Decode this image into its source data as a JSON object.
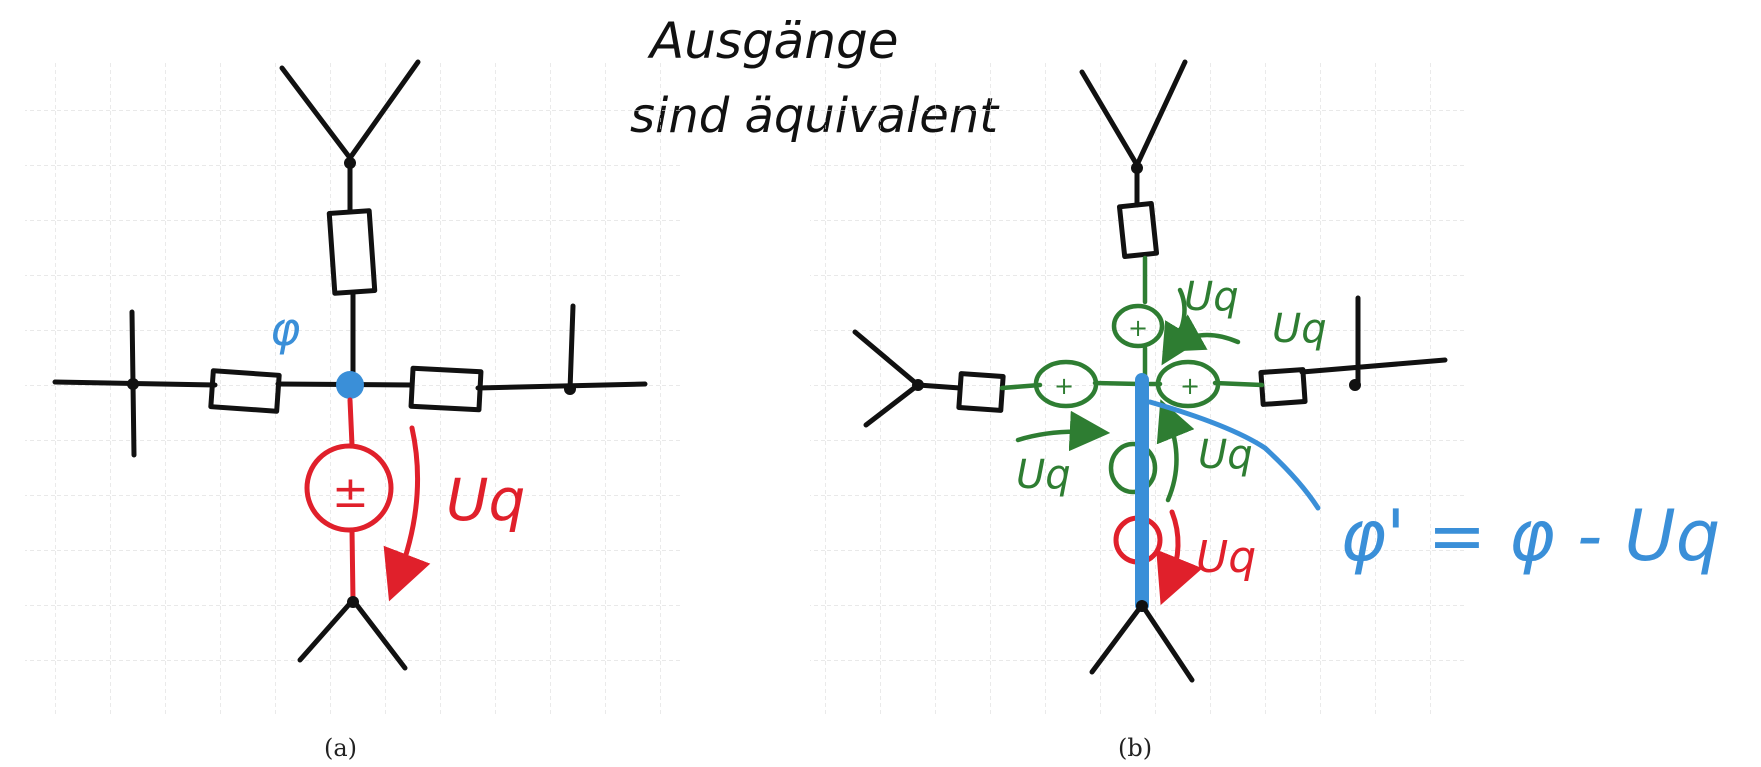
{
  "title": {
    "line1": "Ausgänge",
    "line2": "sind äquivalent"
  },
  "panel_a": {
    "caption": "(a)",
    "node_potential_label": "φ",
    "source_symbol": "±",
    "voltage_label": "Uq"
  },
  "panel_b": {
    "caption": "(b)",
    "green_source_symbol": "+",
    "green_voltage_label": "Uq",
    "red_voltage_label": "Uq",
    "potential_equation": "φ' = φ - Uq"
  },
  "colors": {
    "ink": "#111111",
    "red": "#e0202b",
    "green": "#2e7d32",
    "blue": "#3a8fd8",
    "grid": "#dcdcdc"
  }
}
